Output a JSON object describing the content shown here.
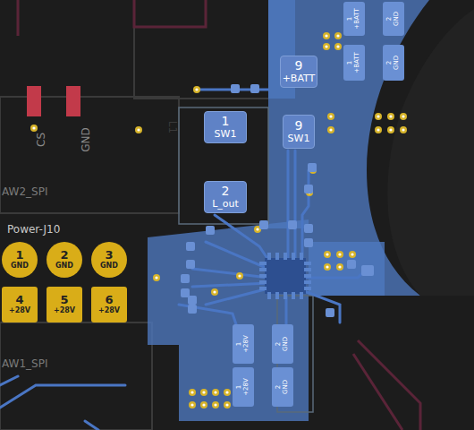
{
  "diagram": {
    "nodes": [
      {
        "text": [
          "9",
          "+BATT"
        ]
      },
      {
        "text": [
          "1",
          "SW1"
        ]
      },
      {
        "text": [
          "9",
          "SW1"
        ]
      },
      {
        "text": [
          "2",
          "L_out"
        ]
      },
      {
        "text": [
          "1",
          "+BATT"
        ]
      },
      {
        "text": [
          "1",
          "+BATT"
        ]
      },
      {
        "text": [
          "2",
          "GND"
        ]
      },
      {
        "text": [
          "2",
          "GND"
        ]
      },
      {
        "text": [
          "1",
          "GND"
        ]
      },
      {
        "text": [
          "2",
          "GND"
        ]
      },
      {
        "text": [
          "3",
          "GND"
        ]
      },
      {
        "text": [
          "4",
          "+28V"
        ]
      },
      {
        "text": [
          "5",
          "+28V"
        ]
      },
      {
        "text": [
          "6",
          "+28V"
        ]
      },
      {
        "text": [
          "1",
          "+28V"
        ]
      },
      {
        "text": [
          "2",
          "GND"
        ]
      },
      {
        "text": [
          "1",
          "+28V"
        ]
      },
      {
        "text": [
          "2",
          "GND"
        ]
      }
    ],
    "labels": [
      "Power-J10",
      "CS",
      "GND",
      "AW2_SPI",
      "L1",
      "AW1_SPI"
    ]
  }
}
